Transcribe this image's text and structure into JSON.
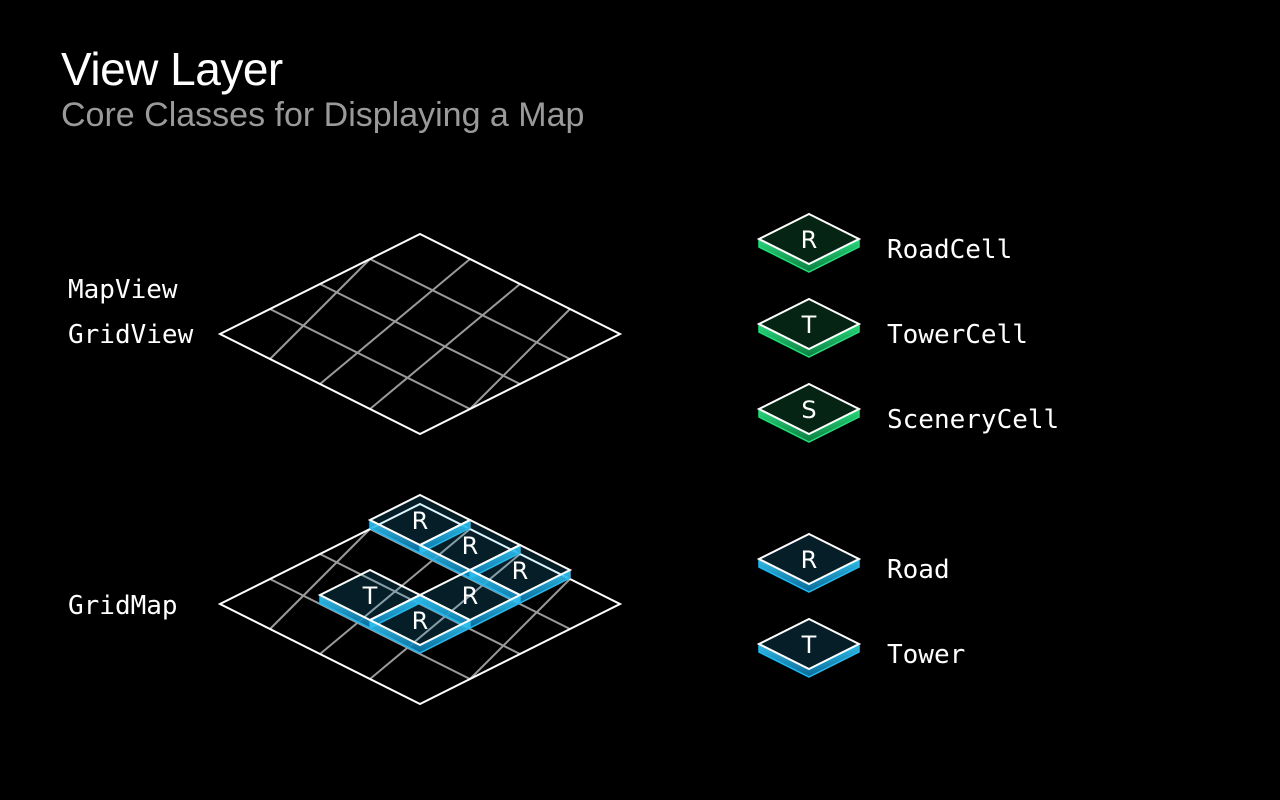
{
  "slide": {
    "title": "View Layer",
    "subtitle": "Core Classes for Displaying a Map"
  },
  "labels": {
    "map_view": "MapView",
    "grid_view": "GridView",
    "grid_map": "GridMap"
  },
  "colors": {
    "background": "#000000",
    "grid_lines": "#ffffff",
    "inner_grid_lines": "#9a9a9a",
    "cell_green": "#22dd77",
    "model_blue": "#20b8f0"
  },
  "legend_cells": [
    {
      "letter": "R",
      "name": "RoadCell",
      "color": "#22dd77"
    },
    {
      "letter": "T",
      "name": "TowerCell",
      "color": "#22dd77"
    },
    {
      "letter": "S",
      "name": "SceneryCell",
      "color": "#22dd77"
    }
  ],
  "legend_models": [
    {
      "letter": "R",
      "name": "Road",
      "color": "#20b8f0"
    },
    {
      "letter": "T",
      "name": "Tower",
      "color": "#20b8f0"
    }
  ],
  "grid_map_tiles": [
    {
      "letter": "R"
    },
    {
      "letter": "R"
    },
    {
      "letter": "R"
    },
    {
      "letter": "T"
    },
    {
      "letter": "R"
    },
    {
      "letter": "R"
    }
  ]
}
